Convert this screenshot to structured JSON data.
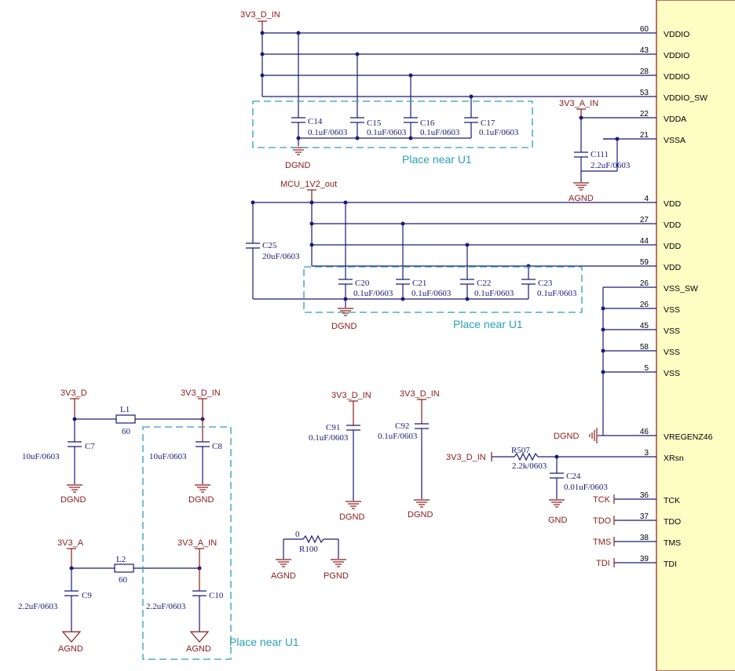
{
  "ic_pins": [
    {
      "num": "60",
      "name": "VDDIO"
    },
    {
      "num": "43",
      "name": "VDDIO"
    },
    {
      "num": "28",
      "name": "VDDIO"
    },
    {
      "num": "53",
      "name": "VDDIO_SW"
    },
    {
      "num": "22",
      "name": "VDDA"
    },
    {
      "num": "21",
      "name": "VSSA"
    },
    {
      "num": "4",
      "name": "VDD"
    },
    {
      "num": "27",
      "name": "VDD"
    },
    {
      "num": "44",
      "name": "VDD"
    },
    {
      "num": "59",
      "name": "VDD"
    },
    {
      "num": "26",
      "name": "VSS_SW"
    },
    {
      "num": "26",
      "name": "VSS"
    },
    {
      "num": "45",
      "name": "VSS"
    },
    {
      "num": "58",
      "name": "VSS"
    },
    {
      "num": "5",
      "name": "VSS"
    },
    {
      "num": "46",
      "name": "VREGENZ46"
    },
    {
      "num": "3",
      "name": "XRsn"
    },
    {
      "num": "36",
      "name": "TCK"
    },
    {
      "num": "37",
      "name": "TDO"
    },
    {
      "num": "38",
      "name": "TMS"
    },
    {
      "num": "39",
      "name": "TDI"
    }
  ],
  "nets": {
    "v33_d_in": "3V3_D_IN",
    "v33_a_in": "3V3_A_IN",
    "mcu_1v2": "MCU_1V2_out",
    "v33_d": "3V3_D",
    "v33_a": "3V3_A",
    "dgnd": "DGND",
    "agnd": "AGND",
    "pgnd": "PGND",
    "tck": "TCK",
    "tdo": "TDO",
    "tms": "TMS",
    "tdi": "TDI"
  },
  "components": {
    "c14": {
      "ref": "C14",
      "value": "0.1uF/0603"
    },
    "c15": {
      "ref": "C15",
      "value": "0.1uF/0603"
    },
    "c16": {
      "ref": "C16",
      "value": "0.1uF/0603"
    },
    "c17": {
      "ref": "C17",
      "value": "0.1uF/0603"
    },
    "c111": {
      "ref": "C111",
      "value": "2.2uF/0603"
    },
    "c25": {
      "ref": "C25",
      "value": "20uF/0603"
    },
    "c20": {
      "ref": "C20",
      "value": "0.1uF/0603"
    },
    "c21": {
      "ref": "C21",
      "value": "0.1uF/0603"
    },
    "c22": {
      "ref": "C22",
      "value": "0.1uF/0603"
    },
    "c23": {
      "ref": "C23",
      "value": "0.1uF/0603"
    },
    "c7": {
      "ref": "C7",
      "value": "10uF/0603"
    },
    "c8": {
      "ref": "C8",
      "value": "10uF/0603"
    },
    "c9": {
      "ref": "C9",
      "value": "2.2uF/0603"
    },
    "c10": {
      "ref": "C10",
      "value": "2.2uF/0603"
    },
    "c91": {
      "ref": "C91",
      "value": "0.1uF/0603"
    },
    "c92": {
      "ref": "C92",
      "value": "0.1uF/0603"
    },
    "c24": {
      "ref": "C24",
      "value": "0.01uF/0603"
    },
    "l1": {
      "ref": "L1",
      "value": "60"
    },
    "l2": {
      "ref": "L2",
      "value": "60"
    },
    "r507": {
      "ref": "R507",
      "value": "2.2k/0603"
    },
    "r100": {
      "ref": "R100",
      "value": "0"
    }
  },
  "notes": {
    "place_near": "Place near U1"
  },
  "colors": {
    "wire": "#1a1a7a",
    "power": "#8b1a1a",
    "note": "#2a9fb5",
    "ic_body": "#fdfdc4",
    "ic_border": "#8b1a1a"
  }
}
